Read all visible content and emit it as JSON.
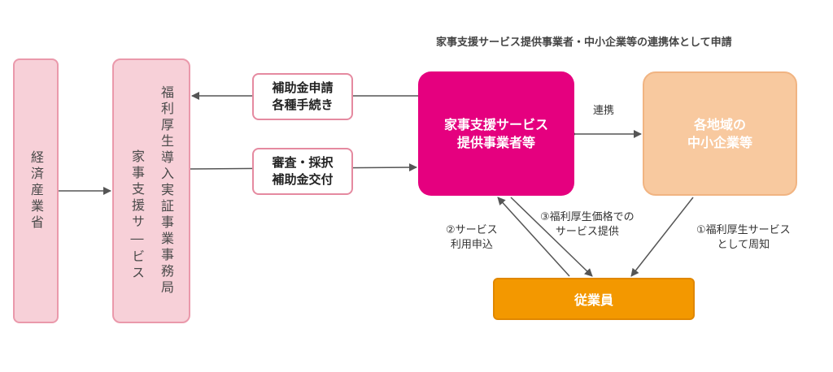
{
  "caption_top": "家事支援サービス提供事業者・中小企業等の連携体として申請",
  "nodes": {
    "meti": "経済産業省",
    "office_line1": "福利厚生導入実証事業事務局",
    "office_line2": "家事支援サ―ビス",
    "label_apply": "補助金申請\n各種手続き",
    "label_review": "審査・採択\n補助金交付",
    "provider": "家事支援サービス\n提供事業者等",
    "sme": "各地域の\n中小企業等",
    "employee": "従業員"
  },
  "edges": {
    "link": "連携",
    "apply_service": "②サービス\n利用申込",
    "provide_service": "③福利厚生価格での\nサービス提供",
    "notify": "①福利厚生サービス\nとして周知"
  },
  "colors": {
    "pink_light": "#f7d0d8",
    "magenta": "#e5007f",
    "peach": "#f8c99f",
    "orange": "#f39800",
    "arrow": "#555555"
  }
}
